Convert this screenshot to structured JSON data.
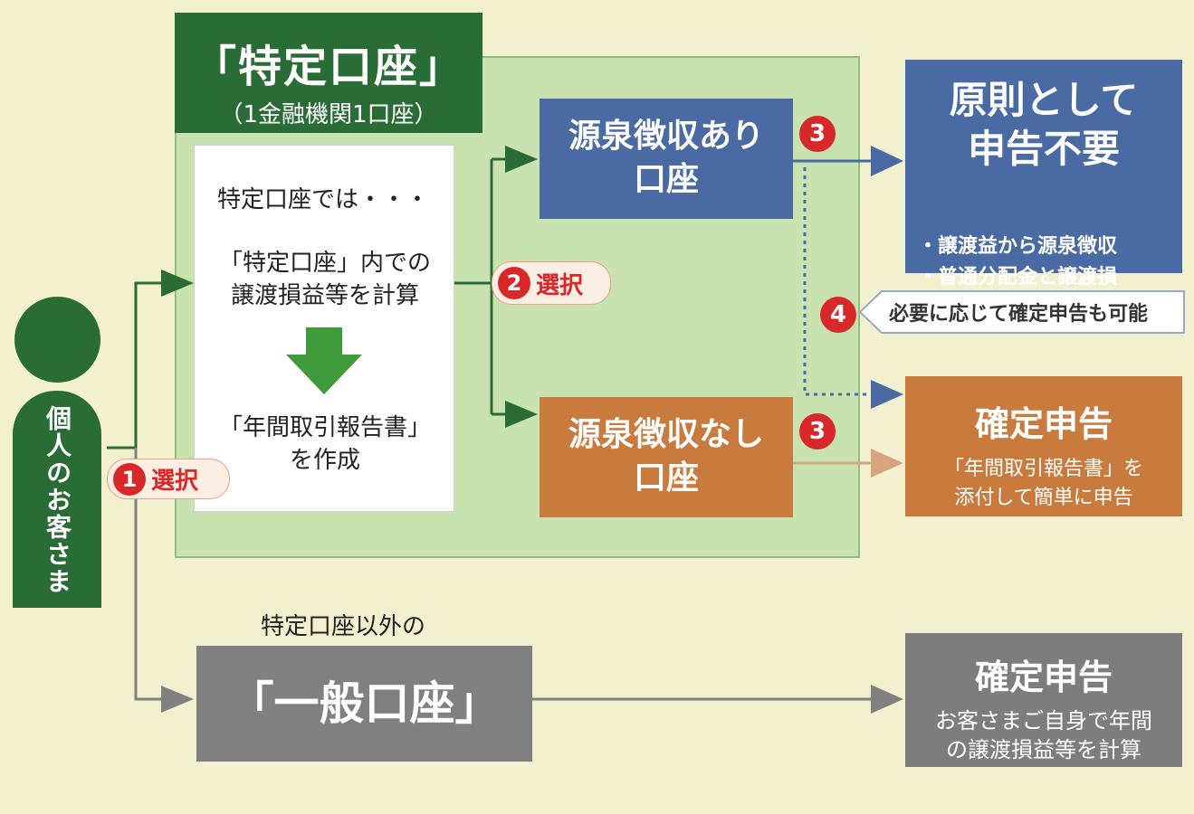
{
  "colors": {
    "background": "#f3f0d0",
    "tokutei_green": "#2a6c35",
    "zone_green": "#c8e3b0",
    "gensen_blue": "#4a6aa4",
    "gensen_orange": "#c97a3d",
    "ippan_gray": "#808080",
    "badge_red": "#d8282a"
  },
  "person": {
    "label": "個人のお客さま"
  },
  "tokutei": {
    "title": "「特定口座」",
    "subtitle": "（1金融機関1口座）",
    "intro": "特定口座では・・・",
    "calc": "「特定口座」内での\n譲渡損益等を計算",
    "report": "「年間取引報告書」\nを作成"
  },
  "steps": {
    "step1": {
      "number": "1",
      "label": "選択"
    },
    "step2": {
      "number": "2",
      "label": "選択"
    },
    "step3": {
      "number": "3"
    },
    "step4": {
      "number": "4"
    }
  },
  "gensen_ari": "源泉徴収あり\n口座",
  "gensen_nashi": "源泉徴収なし\n口座",
  "result_fuyou": {
    "title": "原則として\n申告不要",
    "bullet1": "・譲渡益から源泉徴収",
    "bullet2": "・普通分配金と譲渡損\n　との損益通算"
  },
  "note4": "必要に応じて確定申告も可能",
  "result_kakutei_orange": {
    "title": "確定申告",
    "desc": "「年間取引報告書」を\n添付して簡単に申告"
  },
  "ippan": {
    "caption": "特定口座以外の",
    "title": "「一般口座」"
  },
  "result_kakutei_gray": {
    "title": "確定申告",
    "desc": "お客さまご自身で年間\nの譲渡損益等を計算"
  }
}
